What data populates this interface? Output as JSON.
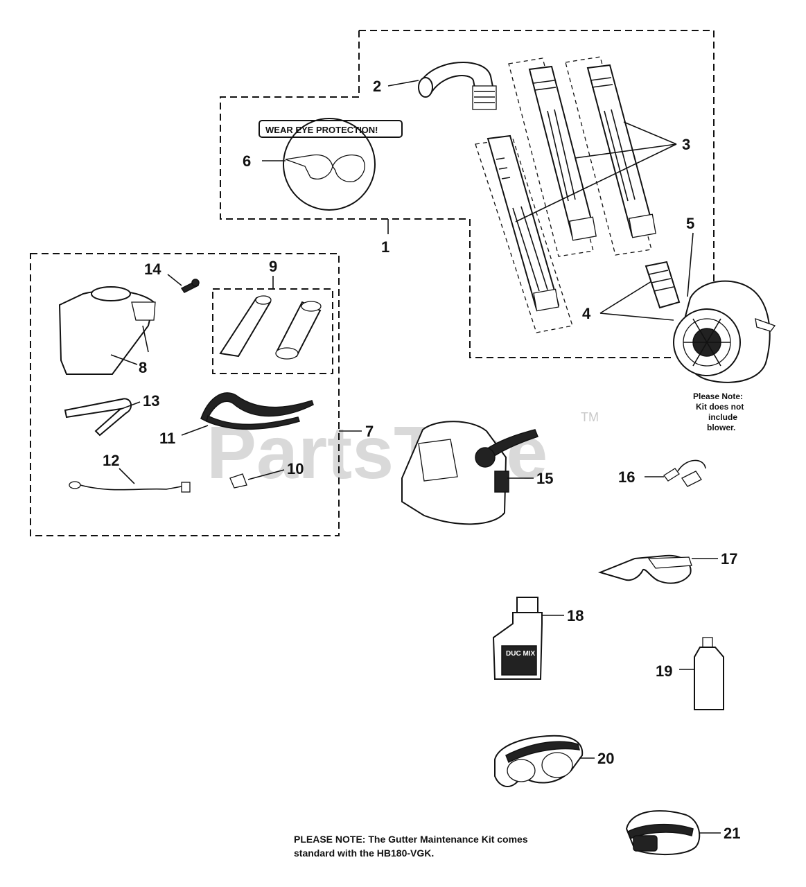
{
  "watermark": {
    "text": "PartsTree",
    "trademark": "TM"
  },
  "warning_label": "WEAR EYE PROTECTION!",
  "blower_note": [
    "Please Note:",
    "Kit does not",
    "include",
    "blower."
  ],
  "footer_note": {
    "line1": "PLEASE NOTE:  The Gutter Maintenance Kit comes",
    "line2": "standard with the HB180-VGK."
  },
  "callouts": {
    "p1": "1",
    "p2": "2",
    "p3": "3",
    "p4": "4",
    "p5": "5",
    "p6": "6",
    "p7": "7",
    "p8": "8",
    "p9": "9",
    "p10": "10",
    "p11": "11",
    "p12": "12",
    "p13": "13",
    "p14": "14",
    "p15": "15",
    "p16": "16",
    "p17": "17",
    "p18": "18",
    "p19": "19",
    "p20": "20",
    "p21": "21"
  },
  "bottle_label": "DUC MIX"
}
